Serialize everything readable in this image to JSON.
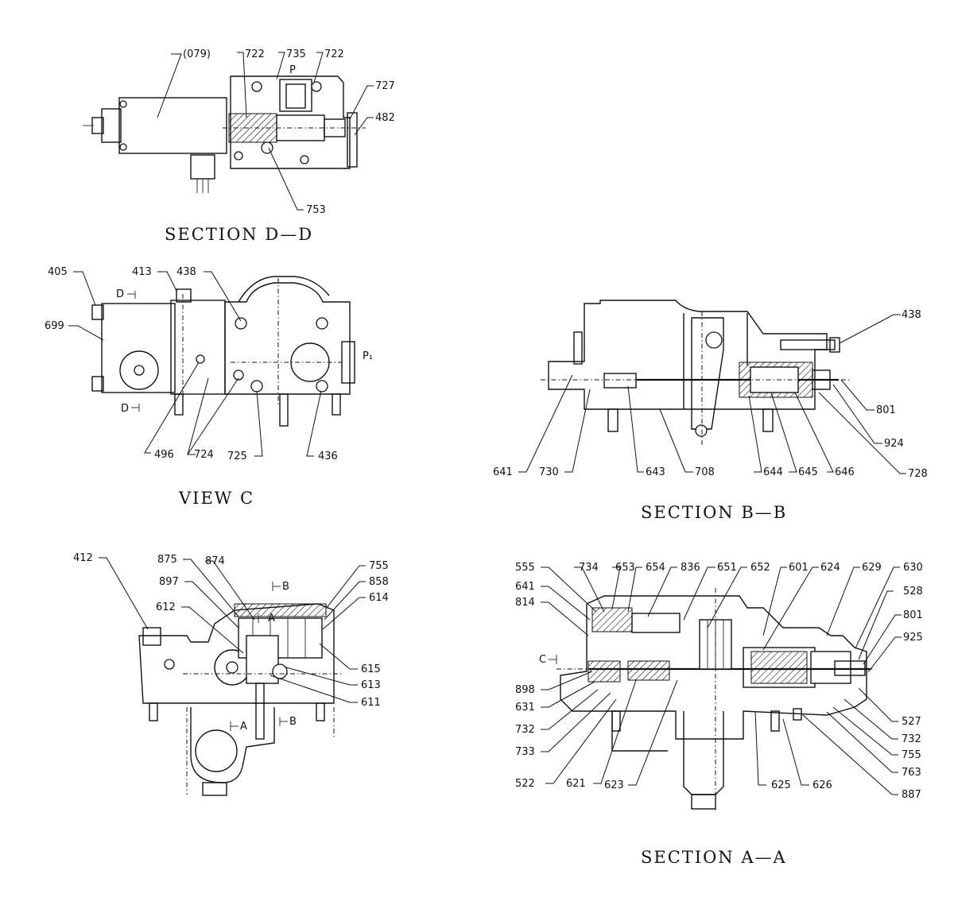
{
  "titles": {
    "section_dd": "SECTION D—D",
    "view_c": "VIEW C",
    "section_bb": "SECTION B—B",
    "section_aa": "SECTION A—A"
  },
  "section_dd_labels": [
    "(079)",
    "722",
    "735",
    "722",
    "727",
    "482",
    "753",
    "P"
  ],
  "view_c_labels": [
    "405",
    "413",
    "438",
    "699",
    "496",
    "724",
    "725",
    "436",
    "D",
    "D",
    "P₁"
  ],
  "section_bb_labels": [
    "438",
    "801",
    "924",
    "728",
    "641",
    "730",
    "643",
    "708",
    "644",
    "645",
    "646"
  ],
  "left_section_labels": [
    "412",
    "875",
    "874",
    "897",
    "612",
    "755",
    "858",
    "614",
    "615",
    "613",
    "611",
    "A",
    "B",
    "B",
    "A"
  ],
  "section_aa_labels": [
    "555",
    "734",
    "653",
    "654",
    "836",
    "651",
    "652",
    "601",
    "624",
    "629",
    "630",
    "641",
    "814",
    "528",
    "801",
    "925",
    "C",
    "898",
    "631",
    "732",
    "733",
    "522",
    "621",
    "623",
    "625",
    "626",
    "527",
    "732",
    "755",
    "763",
    "887"
  ]
}
